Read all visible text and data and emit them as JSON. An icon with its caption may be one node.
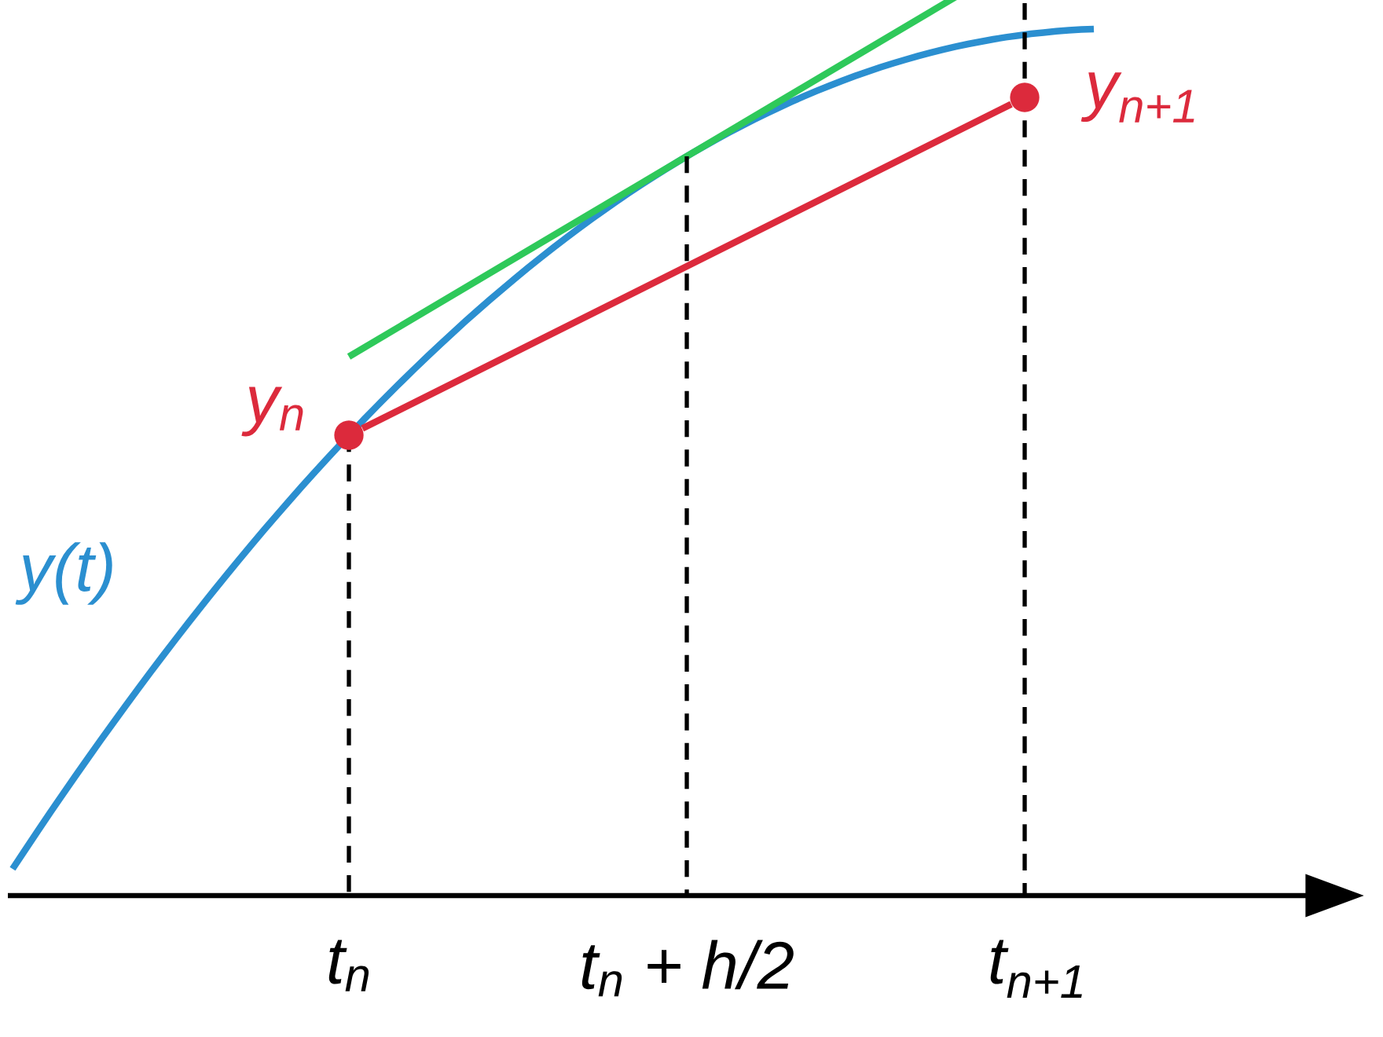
{
  "diagram": {
    "nodes": [
      {
        "text": [],
        "shape": "circle",
        "beside": [
          "y$_{n}$"
        ]
      },
      {
        "text": [],
        "shape": "circle",
        "beside": [
          "y$_{n+1}$"
        ]
      }
    ],
    "edges": [
      {
        "from": 0,
        "to": 1,
        "arrow": "none",
        "color": "#dc2a3c"
      }
    ],
    "labels": [
      "y(t)",
      "t$_{n}$",
      "t$_{n}$ + h/2",
      "t$_{n+1}$"
    ]
  }
}
